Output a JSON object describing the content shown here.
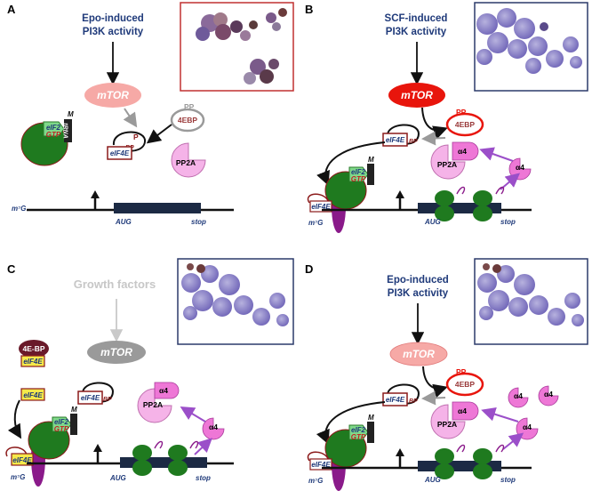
{
  "panels": {
    "A": {
      "label": "A",
      "title_line1": "Epo-induced",
      "title_line2": "PI3K activity",
      "mtor": "mTOR"
    },
    "B": {
      "label": "B",
      "title_line1": "SCF-induced",
      "title_line2": "PI3K activity",
      "mtor": "mTOR"
    },
    "C": {
      "label": "C",
      "title_line1": "Growth factors",
      "mtor": "mTOR"
    },
    "D": {
      "label": "D",
      "title_line1": "Epo-induced",
      "title_line2": "PI3K activity",
      "mtor": "mTOR"
    }
  },
  "labels": {
    "eif4e": "eIF4E",
    "eif2": "eIF2",
    "gtp": "GTP",
    "m": "M",
    "trna": "tRNA",
    "bp": "BP",
    "p": "P",
    "pp": "PP",
    "fourebp": "4EBP",
    "fourebp_dash": "4E-BP",
    "pp2a": "PP2A",
    "alpha4": "α4",
    "aug": "AUG",
    "stop": "stop",
    "m7g": "m⁷G"
  },
  "colors": {
    "navy_text": "#1f3a7a",
    "mtor_pale": "#f6a9a6",
    "mtor_active": "#e8150c",
    "mtor_grey": "#9a9a9a",
    "ribosome": "#1f7a1f",
    "eif4e_box": "#8b1a1a",
    "eif4e_fill_yellow": "#f5e94a",
    "alpha4_fill": "#ee77d6",
    "pp2a_fill": "#f5b3e8",
    "cap_purple": "#8a1a8a",
    "arrow_purple": "#9b4fc9",
    "cds": "#1c2a44",
    "photo_border_red": "#c03030",
    "photo_border_blue": "#2b3a6a"
  }
}
